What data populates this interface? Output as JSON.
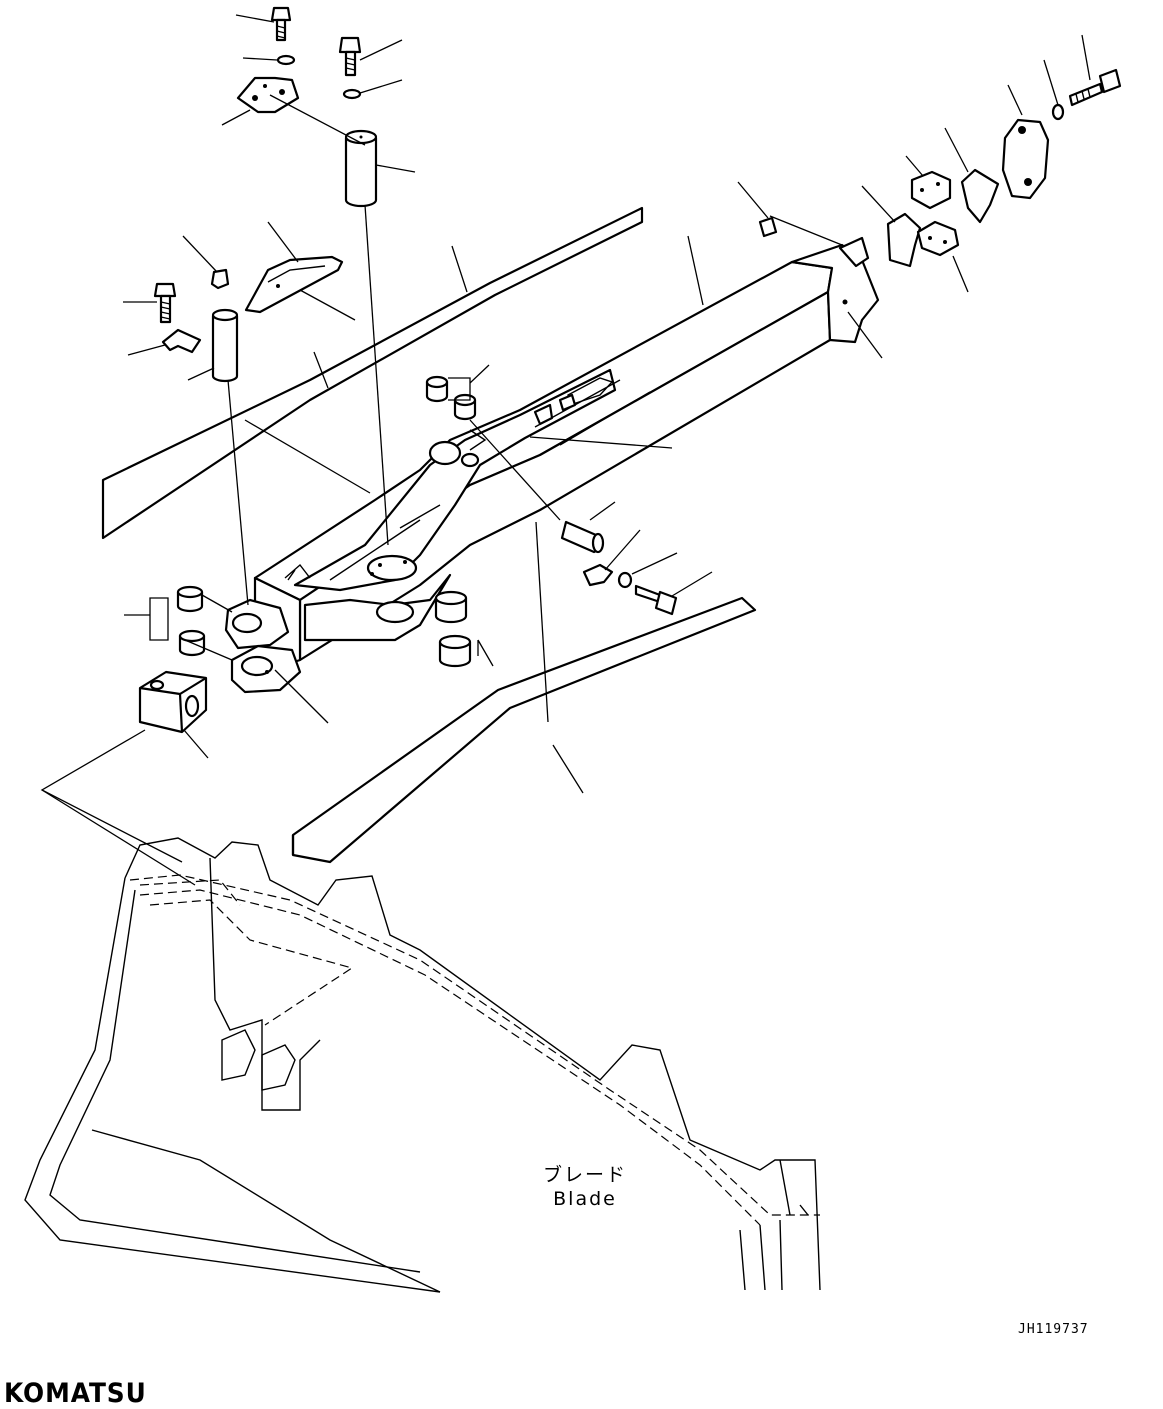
{
  "blade_label_jp": "ブレード",
  "blade_label_en": "Blade",
  "drawing_id": "JH119737",
  "brand_logo": "KOMATSU",
  "parts": [
    "bolt-top-left",
    "washer-top-left",
    "plate-top-left",
    "bolt-top-center",
    "washer-top-center",
    "pin-vertical-center",
    "grease-fitting-left",
    "bolt-left",
    "lock-plate-left",
    "pin-vertical-left",
    "wear-plate-top-left",
    "wear-plate-upper-right",
    "cap-right",
    "bolt-right",
    "washer-right",
    "shim-right-a",
    "shim-right-b",
    "bearing-half-a",
    "bearing-half-b",
    "plug-right",
    "bushing-pair-center",
    "pin-horizontal-center",
    "lock-plate-center",
    "washer-center",
    "bolt-center",
    "bushing-pair-left",
    "bushing-pair-right",
    "block-bottom-left",
    "frame-main",
    "wear-plate-bottom"
  ]
}
